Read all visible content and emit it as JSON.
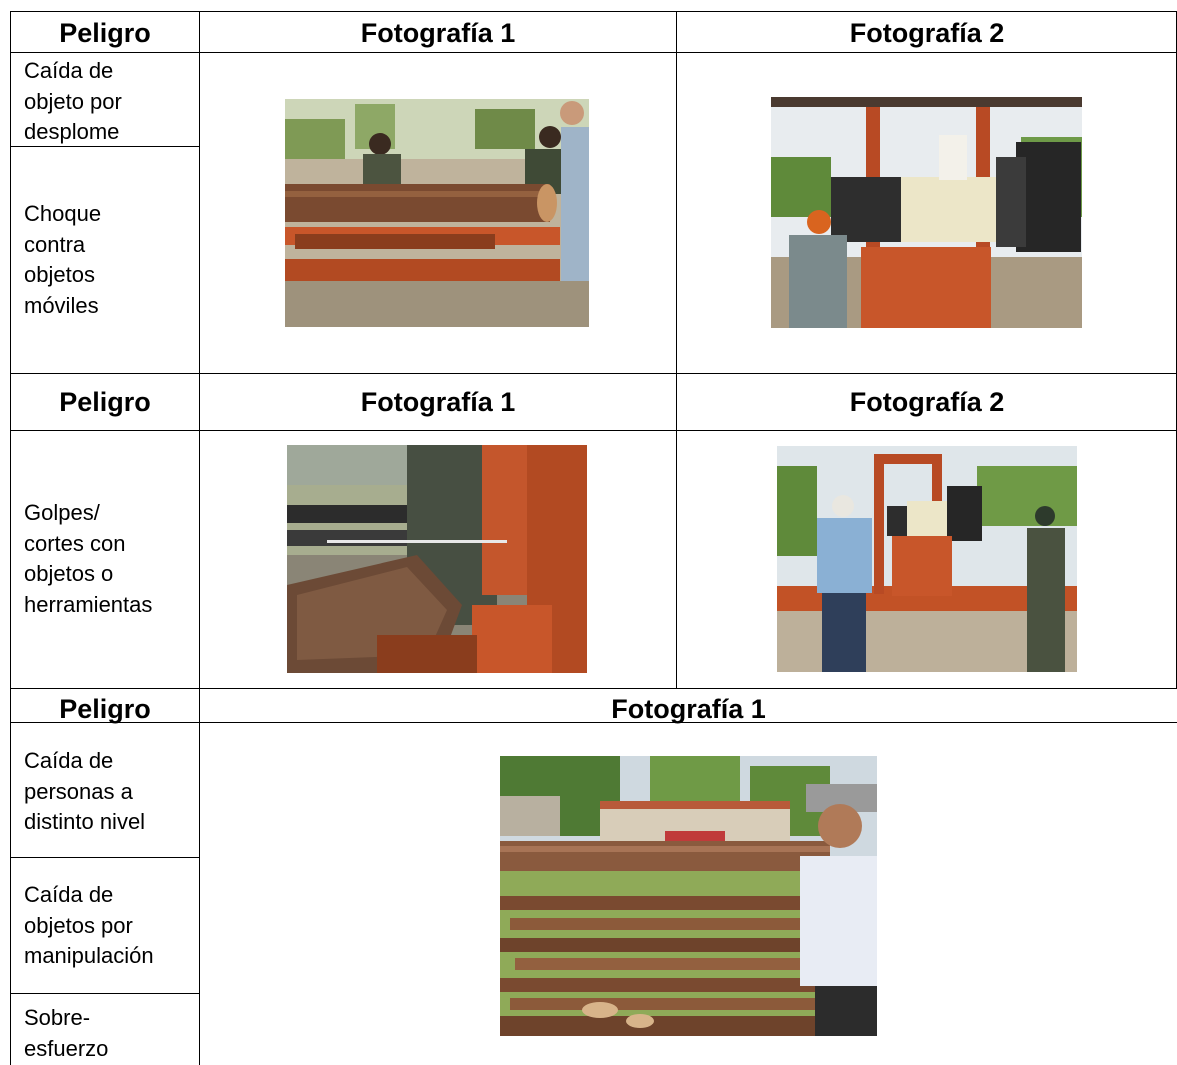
{
  "section1": {
    "headers": {
      "col1": "Peligro",
      "col2": "Fotografía 1",
      "col3": "Fotografía 2"
    },
    "hazards": [
      {
        "lines": [
          "Caída de",
          "objeto por",
          "desplome"
        ]
      },
      {
        "lines": [
          "Choque",
          "contra",
          "objetos",
          "móviles"
        ]
      }
    ]
  },
  "section2": {
    "headers": {
      "col1": "Peligro",
      "col2": "Fotografía 1",
      "col3": "Fotografía 2"
    },
    "hazards": [
      {
        "lines": [
          "Golpes/",
          "cortes con",
          "objetos o",
          "herramientas"
        ]
      }
    ]
  },
  "section3": {
    "headers": {
      "col1": "Peligro",
      "col2": "Fotografía 1"
    },
    "hazards": [
      {
        "lines": [
          "Caída de",
          "personas a",
          "distinto nivel"
        ]
      },
      {
        "lines": [
          "Caída de",
          "objetos por",
          "manipulación"
        ]
      },
      {
        "lines": [
          "Sobre-",
          "esfuerzo"
        ]
      }
    ]
  },
  "colors": {
    "sawmill_orange": "#c8562a",
    "log_bark": "#7a4a30",
    "ground": "#b8a890",
    "sky": "#e8ecef",
    "foliage": "#5f8a3a"
  }
}
